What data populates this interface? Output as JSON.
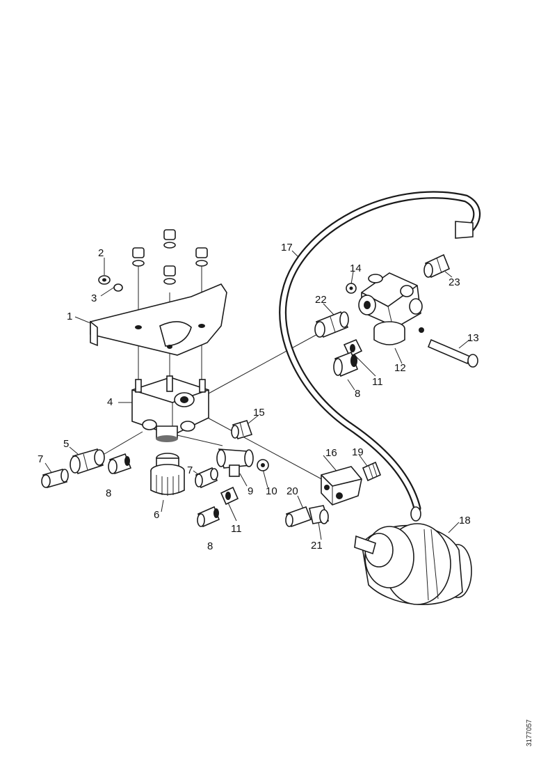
{
  "diagram": {
    "callouts": [
      "1",
      "2",
      "3",
      "4",
      "5",
      "7",
      "8",
      "6",
      "7",
      "8",
      "9",
      "10",
      "11",
      "15",
      "16",
      "19",
      "20",
      "21",
      "17",
      "14",
      "22",
      "23",
      "11",
      "8",
      "12",
      "13",
      "18"
    ],
    "reference": "3177057"
  }
}
